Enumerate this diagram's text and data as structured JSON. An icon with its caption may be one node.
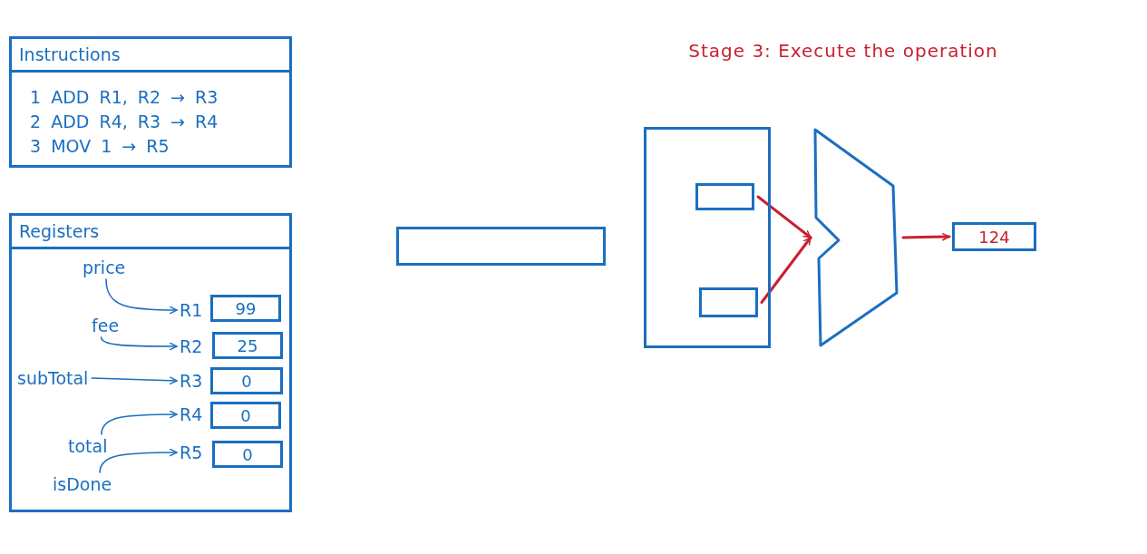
{
  "diagram": {
    "title": "Stage 3: Execute the operation",
    "nodes": [
      {
        "text": [
          "Instructions",
          "1 ADD R1, R2 → R3",
          "2 ADD R4, R3 → R4",
          "3 MOV 1 → R5"
        ]
      },
      {
        "text": [
          "Registers"
        ]
      },
      {
        "text": [
          "price"
        ],
        "in": 1
      },
      {
        "text": [
          "R1"
        ],
        "in": 1
      },
      {
        "text": [
          "99"
        ],
        "in": 1
      },
      {
        "text": [
          "fee"
        ],
        "in": 1
      },
      {
        "text": [
          "R2"
        ],
        "in": 1
      },
      {
        "text": [
          "25"
        ],
        "in": 1
      },
      {
        "text": [
          "subTotal"
        ],
        "in": 1
      },
      {
        "text": [
          "R3"
        ],
        "in": 1
      },
      {
        "text": [
          "0"
        ],
        "in": 1
      },
      {
        "text": [
          "R4"
        ],
        "in": 1
      },
      {
        "text": [
          "0"
        ],
        "in": 1
      },
      {
        "text": [
          "total"
        ],
        "in": 1
      },
      {
        "text": [
          "R5"
        ],
        "in": 1
      },
      {
        "text": [
          "0"
        ],
        "in": 1
      },
      {
        "text": [
          "isDone"
        ],
        "in": 1
      },
      {
        "text": [],
        "shape": "bar"
      },
      {
        "text": [],
        "shape": "box"
      },
      {
        "text": [],
        "shape": "box",
        "in": 18
      },
      {
        "text": [],
        "shape": "box",
        "in": 18
      },
      {
        "text": [],
        "shape": "trapezoid"
      },
      {
        "text": [
          "124"
        ]
      }
    ],
    "edges": [
      {
        "from": 2,
        "to": 3,
        "arrow": "to"
      },
      {
        "from": 5,
        "to": 6,
        "arrow": "to"
      },
      {
        "from": 8,
        "to": 9,
        "arrow": "to"
      },
      {
        "from": 13,
        "to": 11,
        "arrow": "to"
      },
      {
        "from": 16,
        "to": 14,
        "arrow": "to"
      },
      {
        "from": 19,
        "to": 21,
        "arrow": "to",
        "color": "#c8202f"
      },
      {
        "from": 20,
        "to": 21,
        "arrow": "to",
        "color": "#c8202f"
      },
      {
        "from": 21,
        "to": 22,
        "arrow": "to",
        "color": "#c8202f"
      }
    ]
  }
}
